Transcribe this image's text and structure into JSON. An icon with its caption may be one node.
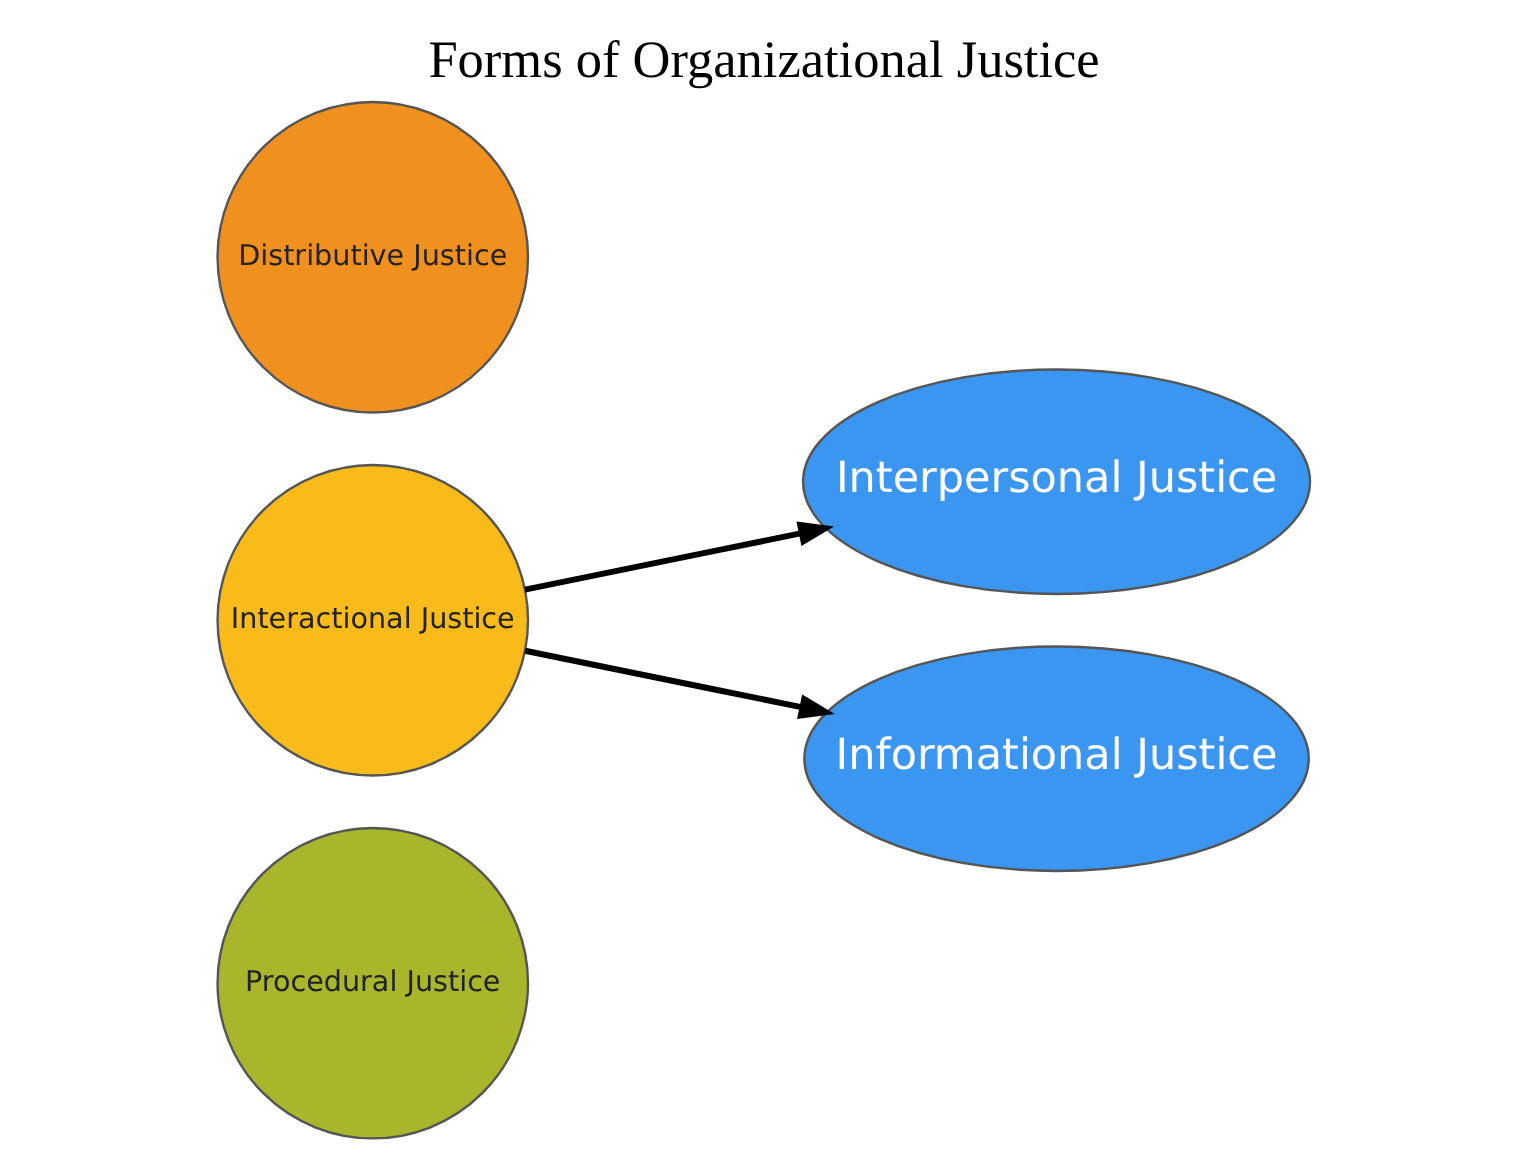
{
  "diagram": {
    "title": "Forms of Organizational Justice",
    "nodes": [
      {
        "text": [
          "Procedural Justice"
        ]
      },
      {
        "text": [
          "Interactional Justice"
        ]
      },
      {
        "text": [
          "Distributive Justice"
        ]
      },
      {
        "text": [
          "Interpersonal Justice"
        ]
      },
      {
        "text": [
          "Informational Justice"
        ]
      }
    ],
    "edges": [
      {
        "from": 1,
        "to": 3,
        "arrow": "to"
      },
      {
        "from": 1,
        "to": 4,
        "arrow": "to"
      }
    ]
  }
}
